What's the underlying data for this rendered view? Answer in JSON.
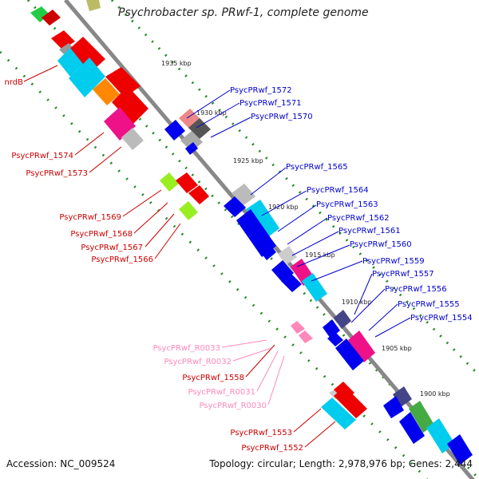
{
  "title": "Psychrobacter sp. PRwf-1, complete genome",
  "footer": {
    "accession": "Accession: NC_009524",
    "topology": "Topology: circular; Length: 2,978,976 bp; Genes: 2,444"
  },
  "colors": {
    "backbone": "#888888",
    "forward_label": "#0000cc",
    "reverse_label": "#cc0000",
    "rna_label": "#ff88bb",
    "tick_dots": "#228822"
  },
  "ticks": [
    "1935 kbp",
    "1930 kbp",
    "1925 kbp",
    "1920 kbp",
    "1915 kbp",
    "1910 kbp",
    "1905 kbp",
    "1900 kbp"
  ],
  "labels_forward": [
    "PsycPRwf_1572",
    "PsycPRwf_1571",
    "PsycPRwf_1570",
    "PsycPRwf_1565",
    "PsycPRwf_1564",
    "PsycPRwf_1563",
    "PsycPRwf_1562",
    "PsycPRwf_1561",
    "PsycPRwf_1560",
    "PsycPRwf_1559",
    "PsycPRwf_1557",
    "PsycPRwf_1556",
    "PsycPRwf_1555",
    "PsycPRwf_1554"
  ],
  "labels_reverse": [
    "nrdB",
    "PsycPRwf_1574",
    "PsycPRwf_1573",
    "PsycPRwf_1569",
    "PsycPRwf_1568",
    "PsycPRwf_1567",
    "PsycPRwf_1566",
    "PsycPRwf_1558",
    "PsycPRwf_1553",
    "PsycPRwf_1552"
  ],
  "labels_rna": [
    "PsycPRwf_R0033",
    "PsycPRwf_R0032",
    "PsycPRwf_R0031",
    "PsycPRwf_R0030"
  ]
}
